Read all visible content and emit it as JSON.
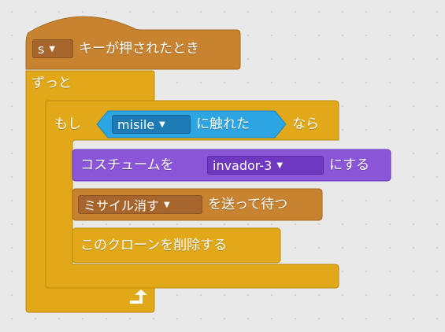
{
  "hat": {
    "key": "s",
    "label": "キーが押されたとき"
  },
  "forever": {
    "label": "ずっと"
  },
  "if_block": {
    "prefix": "もし",
    "sprite": "misile",
    "touching": "に触れた",
    "suffix": "なら"
  },
  "costume_block": {
    "label": "コスチュームを",
    "costume": "invador-3",
    "suffix": "にする"
  },
  "broadcast_block": {
    "message": "ミサイル消す",
    "label": "を送って待つ"
  },
  "delete_block": {
    "label": "このクローンを削除する"
  },
  "colors": {
    "control": "#e1a91a",
    "events": "#c88330",
    "looks": "#8a55d7",
    "sensing": "#2ca5e2",
    "workspace": "#e9e9e9"
  }
}
